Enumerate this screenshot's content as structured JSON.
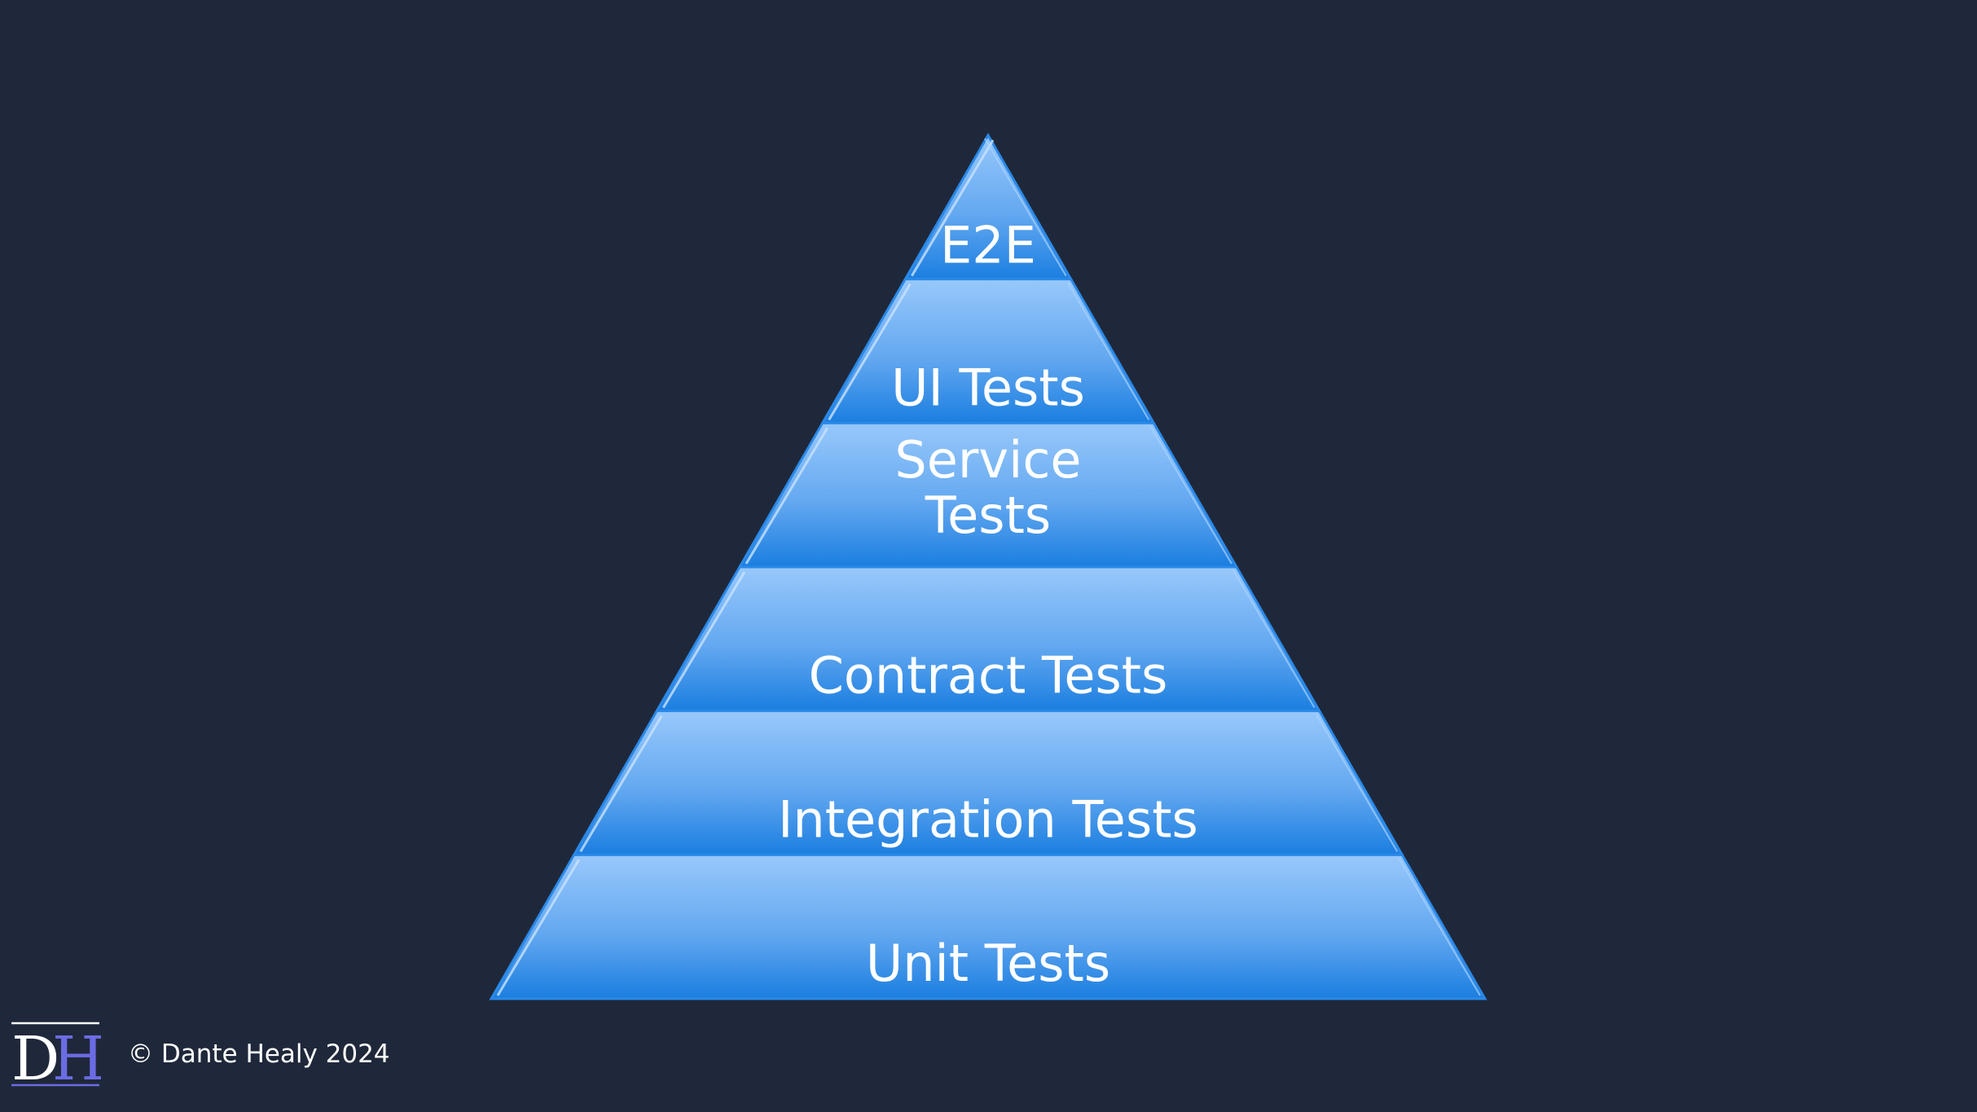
{
  "pyramid": {
    "tiers": [
      {
        "lines": [
          "E2E"
        ]
      },
      {
        "lines": [
          "UI Tests"
        ]
      },
      {
        "lines": [
          "Service",
          "Tests"
        ]
      },
      {
        "lines": [
          "Contract Tests"
        ]
      },
      {
        "lines": [
          "Integration Tests"
        ]
      },
      {
        "lines": [
          "Unit Tests"
        ]
      }
    ]
  },
  "colors": {
    "background": "#1f283a",
    "tier_top": "#98c8fb",
    "tier_mid": "#63a8f0",
    "tier_bottom": "#1b7ee0",
    "label": "#ffffff",
    "logo_d": "#ffffff",
    "logo_h": "#6b6ce4"
  },
  "footer": {
    "logo": {
      "letter_1": "D",
      "letter_2": "H"
    },
    "copyright": "© Dante Healy 2024"
  }
}
